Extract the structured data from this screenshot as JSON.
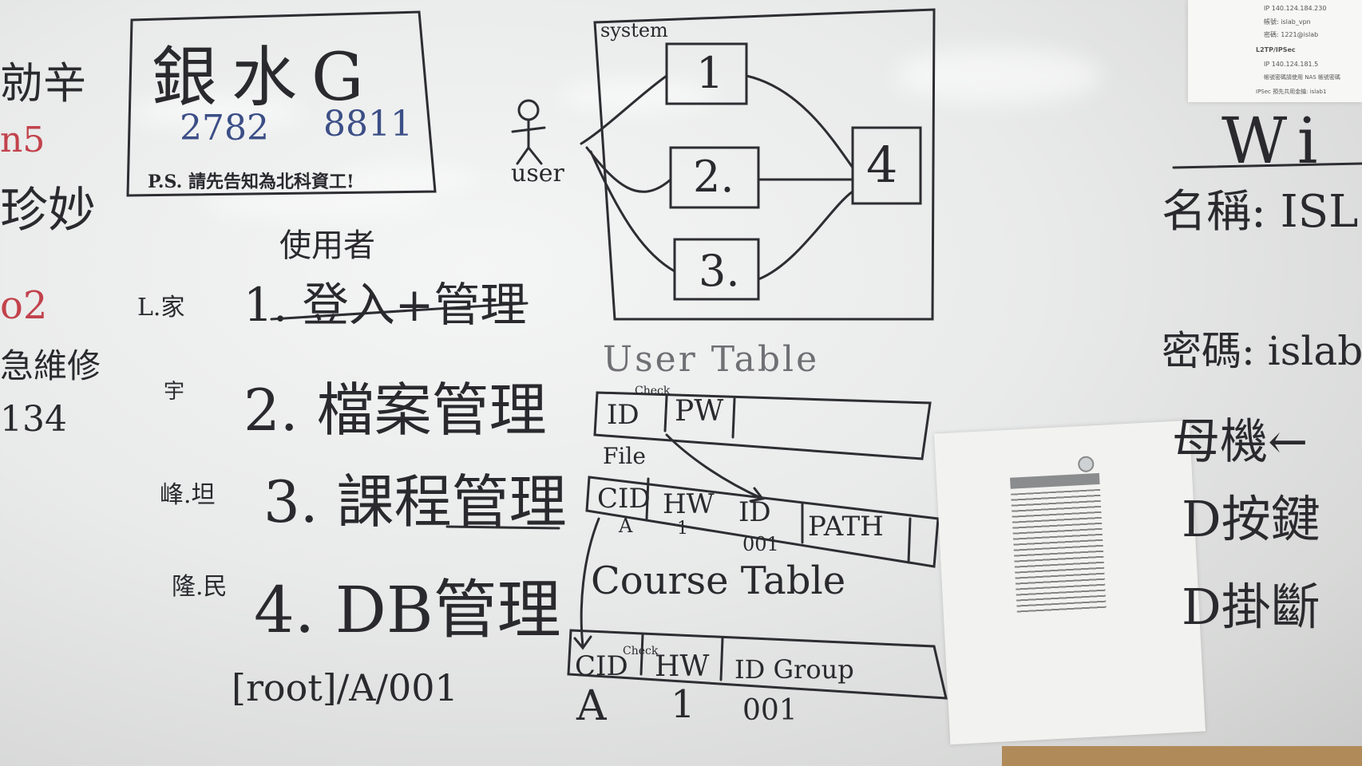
{
  "left_edge": {
    "line1": "勍辛",
    "line2": "n5",
    "line3": "珍妙",
    "line4": "o2",
    "line5": "急維修",
    "line6": "134"
  },
  "contact_box": {
    "name": "銀水G",
    "phone_a": "2782",
    "phone_b": "8811",
    "note": "P.S. 請先告知為北科資工!"
  },
  "menu": {
    "header": "使用者",
    "items": [
      {
        "prefix": "L.家",
        "text": "1. 登入+管理"
      },
      {
        "prefix": "宇",
        "text": "2. 檔案管理"
      },
      {
        "prefix": "峰.坦",
        "text": "3. 課程管理"
      },
      {
        "prefix": "隆.民",
        "text": "4. DB管理"
      }
    ],
    "path": "[root]/A/001"
  },
  "system_diagram": {
    "title": "system",
    "actor": "user",
    "nodes": [
      "1",
      "2.",
      "3.",
      "4"
    ]
  },
  "user_table": {
    "title": "User Table",
    "cols": [
      "ID",
      "PW"
    ],
    "note_a": "Check",
    "note_b": "File"
  },
  "file_table": {
    "cols": [
      "CID",
      "HW",
      "ID",
      "PATH"
    ],
    "values": [
      "A",
      "1",
      "001"
    ]
  },
  "course_table": {
    "title": "Course Table",
    "cols": [
      "CID",
      "HW",
      "ID Group"
    ],
    "note": "Check",
    "values": [
      "A",
      "1",
      "001"
    ]
  },
  "right_board": {
    "wifi": "Wi",
    "name": "名稱: ISL",
    "password": "密碼: islab",
    "line3": "母機←",
    "line4": "D按鍵",
    "line5": "D掛斷"
  },
  "posted_sheet": {
    "line1": "IP 140.124.184.230",
    "line2": "帳號: islab_vpn",
    "line3": "密碼: 1221@islab",
    "line4": "L2TP/IPSec",
    "line5": "IP 140.124.181.5",
    "line6": "帳號密碼請使用 NAS 帳號密碼",
    "line7": "IPSec 預先共用金鑰: islab1"
  }
}
